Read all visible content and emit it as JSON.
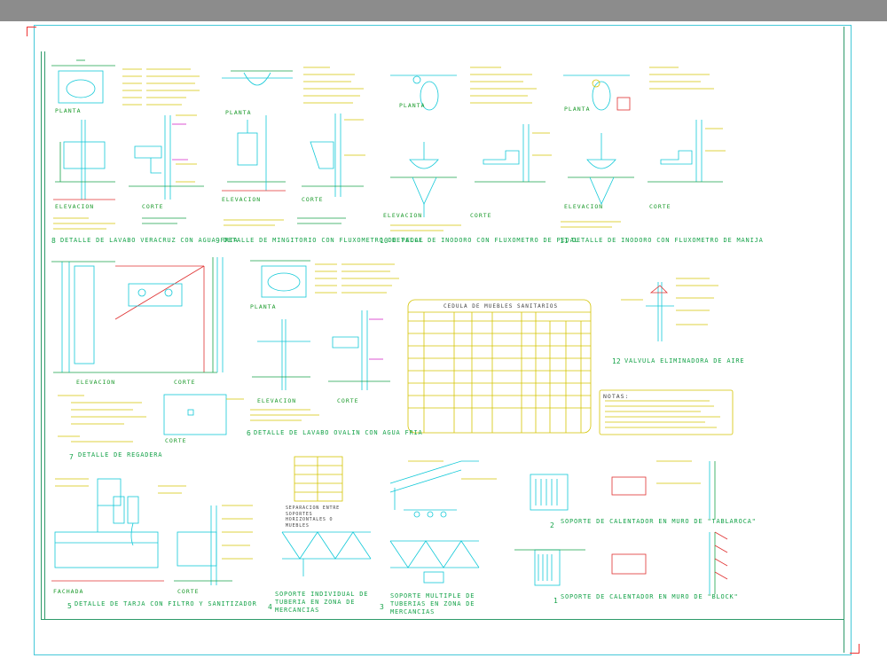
{
  "drawing": {
    "labels": {
      "planta": "PLANTA",
      "elevacion": "ELEVACION",
      "corte": "CORTE",
      "fachada": "FACHADA"
    },
    "details": [
      {
        "num": "8",
        "title": "DETALLE DE LAVABO VERACRUZ CON AGUA FRIA"
      },
      {
        "num": "9",
        "title": "DETALLE DE MINGITORIO CON FLUXOMETRO DE PEDAL"
      },
      {
        "num": "10",
        "title": "DETALLE DE INODORO CON FLUXOMETRO DE PEDAL"
      },
      {
        "num": "11",
        "title": "DETALLE DE INODORO CON FLUXOMETRO DE MANIJA"
      },
      {
        "num": "6",
        "title": "DETALLE DE LAVABO OVALIN CON AGUA FRIA"
      },
      {
        "num": "7",
        "title": "DETALLE DE REGADERA"
      },
      {
        "num": "12",
        "title": "VALVULA ELIMINADORA DE AIRE"
      },
      {
        "num": "5",
        "title": "DETALLE DE TARJA CON FILTRO Y SANITIZADOR"
      },
      {
        "num": "4",
        "title": "SOPORTE INDIVIDUAL DE TUBERIA EN ZONA DE MERCANCIAS"
      },
      {
        "num": "3",
        "title": "SOPORTE MULTIPLE DE TUBERIAS EN ZONA DE MERCANCIAS"
      },
      {
        "num": "2",
        "title": "SOPORTE DE CALENTADOR EN MURO DE \"TABLAROCA\""
      },
      {
        "num": "1",
        "title": "SOPORTE DE CALENTADOR EN MURO DE \"BLOCK\""
      }
    ],
    "table": {
      "title": "CEDULA DE MUEBLES SANITARIOS",
      "notes_title": "NOTAS:"
    },
    "separation_table": {
      "title": "SEPARACION ENTRE SOPORTES HORIZONTALES O MUEBLES"
    },
    "colors": {
      "background": "#ffffff",
      "frame": "#2e9a6a",
      "sheet_border": "#45c8d8",
      "line_cyan": "#12c9d8",
      "line_green": "#16a34a",
      "line_yellow": "#d4c400",
      "line_red": "#e03131",
      "line_magenta": "#d629c8"
    }
  }
}
